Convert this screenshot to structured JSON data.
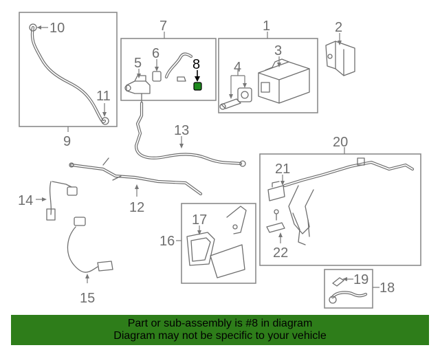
{
  "callouts": {
    "c1": "1",
    "c2": "2",
    "c3": "3",
    "c4": "4",
    "c5": "5",
    "c6": "6",
    "c7": "7",
    "c8": "8",
    "c9": "9",
    "c10": "10",
    "c11": "11",
    "c12": "12",
    "c13": "13",
    "c14": "14",
    "c15": "15",
    "c16": "16",
    "c17": "17",
    "c18": "18",
    "c19": "19",
    "c20": "20",
    "c21": "21",
    "c22": "22"
  },
  "highlight": {
    "part": "8",
    "color": "#1e8a1e"
  },
  "banner": {
    "line1": "Part or sub-assembly is #8 in diagram",
    "line2": "Diagram may not be specific to your vehicle",
    "color": "#2e7d1a"
  }
}
